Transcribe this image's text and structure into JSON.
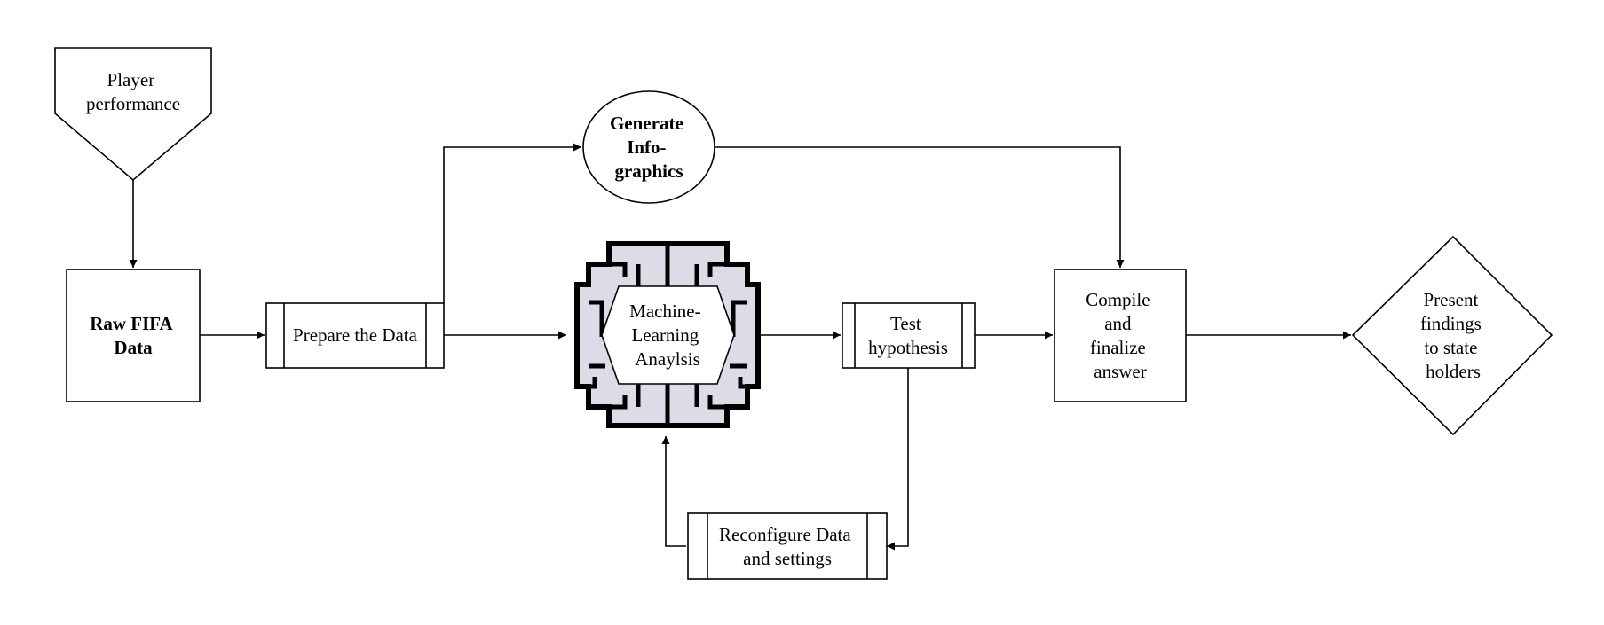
{
  "nodes": {
    "player_performance": {
      "lines": [
        "Player",
        "performance"
      ]
    },
    "raw_data": {
      "lines": [
        "Raw FIFA",
        "Data"
      ]
    },
    "prepare": {
      "lines": [
        "Prepare the Data"
      ]
    },
    "infographics": {
      "lines": [
        "Generate",
        "Info-",
        "graphics"
      ]
    },
    "ml_analysis": {
      "lines": [
        "Machine-",
        "Learning",
        "Anaylsis"
      ],
      "icon": "brain-circuit-icon"
    },
    "test": {
      "lines": [
        "Test",
        "hypothesis"
      ]
    },
    "compile": {
      "lines": [
        "Compile",
        "and",
        "finalize",
        "answer"
      ]
    },
    "present": {
      "lines": [
        "Present",
        "findings",
        "to state",
        "holders"
      ]
    },
    "reconfigure": {
      "lines": [
        "Reconfigure Data",
        "and settings"
      ]
    }
  },
  "edges": [
    {
      "from": "player_performance",
      "to": "raw_data"
    },
    {
      "from": "raw_data",
      "to": "prepare"
    },
    {
      "from": "prepare",
      "to": "ml_analysis"
    },
    {
      "from": "prepare",
      "to": "infographics"
    },
    {
      "from": "infographics",
      "to": "compile"
    },
    {
      "from": "ml_analysis",
      "to": "test"
    },
    {
      "from": "test",
      "to": "compile"
    },
    {
      "from": "test",
      "to": "reconfigure"
    },
    {
      "from": "reconfigure",
      "to": "ml_analysis"
    },
    {
      "from": "compile",
      "to": "present"
    }
  ]
}
